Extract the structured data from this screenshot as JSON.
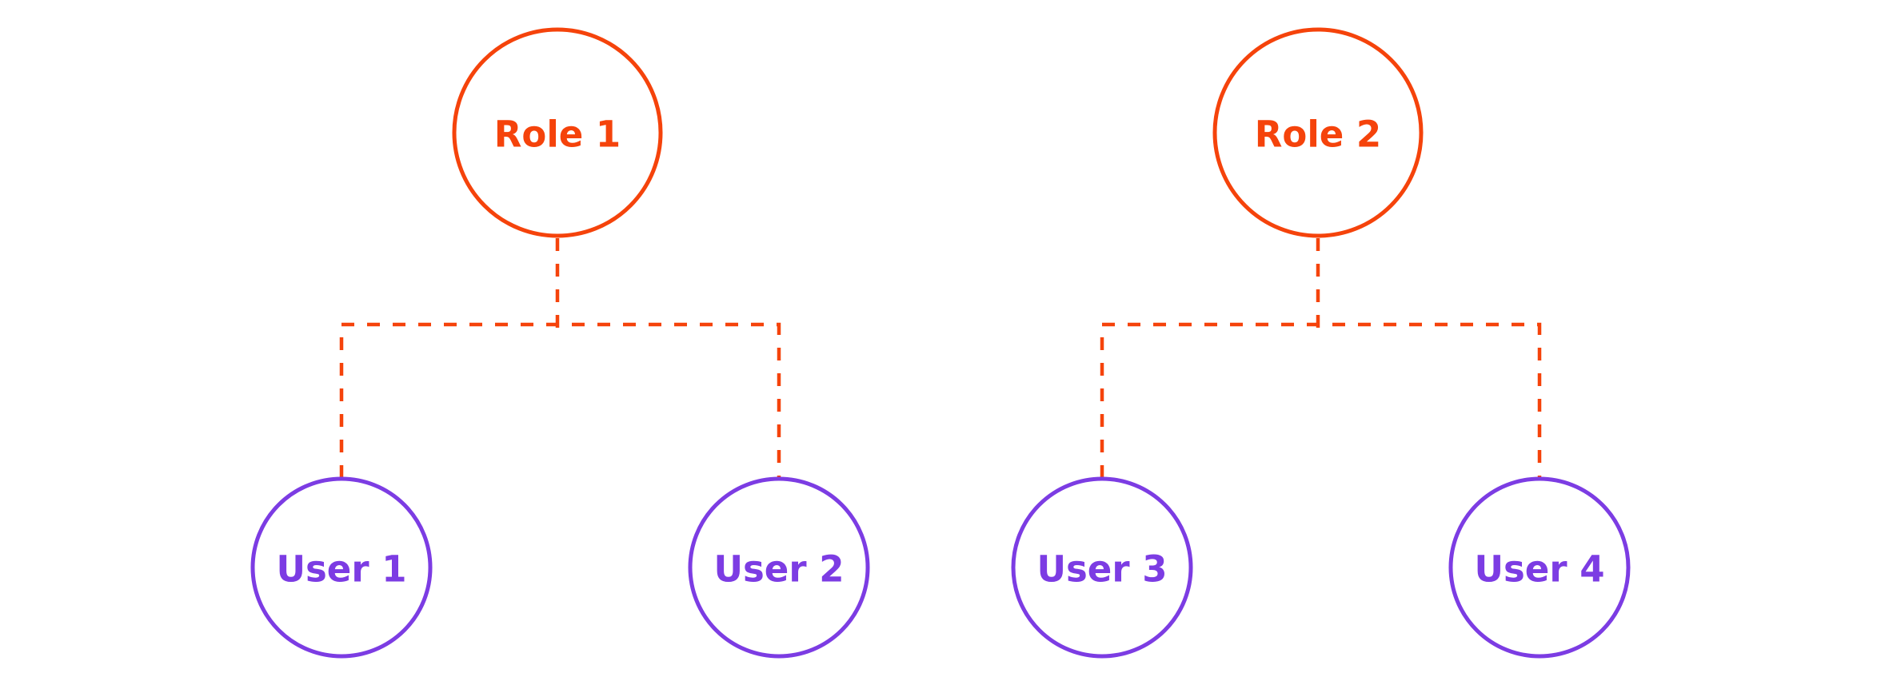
{
  "colors": {
    "role": "#f5430b",
    "user": "#7c3ce3",
    "background": "#ffffff"
  },
  "diagram": {
    "description": "Two role-to-user assignment trees connected by dashed lines",
    "trees": [
      {
        "role": {
          "label": "Role 1"
        },
        "users": [
          {
            "label": "User 1"
          },
          {
            "label": "User 2"
          }
        ]
      },
      {
        "role": {
          "label": "Role 2"
        },
        "users": [
          {
            "label": "User 3"
          },
          {
            "label": "User 4"
          }
        ]
      }
    ]
  }
}
